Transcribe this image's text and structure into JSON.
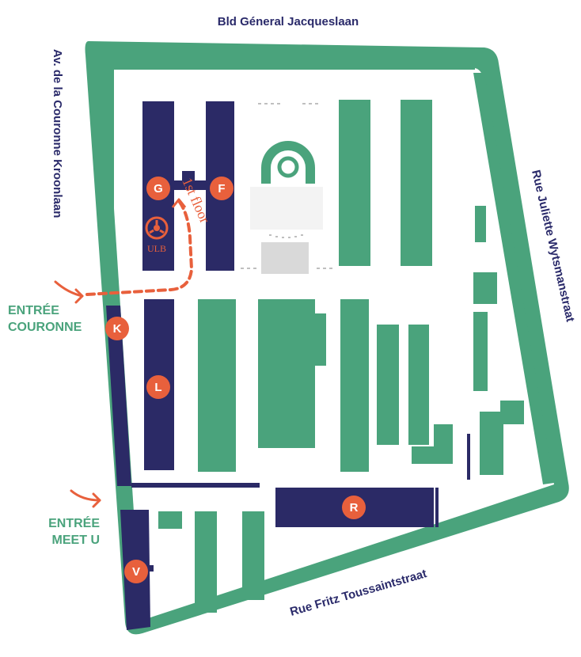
{
  "streets": {
    "north": "Bld Géneral Jacqueslaan",
    "west": "Av. de la Couronne Kroonlaan",
    "east": "Rue Juliette Wytsmanstraat",
    "south": "Rue Fritz Toussaintstraat"
  },
  "entrances": {
    "couronne": [
      "ENTRÉE",
      "COURONNE"
    ],
    "meet_u": [
      "ENTRÉE",
      "MEET U"
    ]
  },
  "buildings": {
    "G": "G",
    "F": "F",
    "K": "K",
    "L": "L",
    "R": "R",
    "V": "V"
  },
  "route_label": "1st floor",
  "logo_text": "ULB",
  "colors": {
    "green": "#4aa37c",
    "navy": "#2b2a66",
    "orange": "#e8603c",
    "light_gray": "#f1f1f1"
  }
}
